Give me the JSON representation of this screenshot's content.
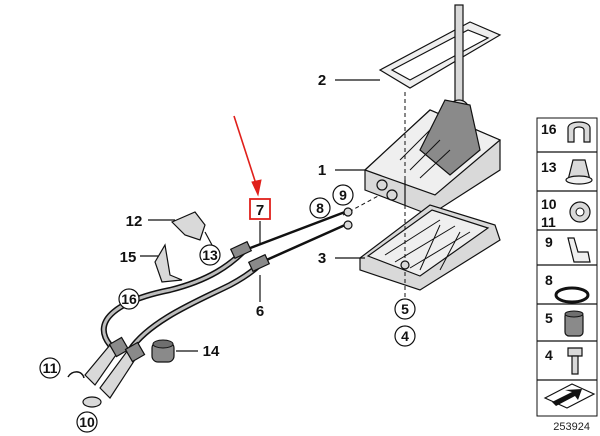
{
  "diagram": {
    "callouts": {
      "c1": "1",
      "c2": "2",
      "c3": "3",
      "c4": "4",
      "c5": "5",
      "c6": "6",
      "c7": "7",
      "c8": "8",
      "c9": "9",
      "c10": "10",
      "c11": "11",
      "c12": "12",
      "c13": "13",
      "c14": "14",
      "c15": "15",
      "c16": "16"
    },
    "legend": {
      "items": [
        "16",
        "13",
        "10",
        "11",
        "9",
        "8",
        "5",
        "4"
      ]
    },
    "reference_number": "253924",
    "colors": {
      "highlight": "#e0201b",
      "ink": "#111111"
    }
  }
}
